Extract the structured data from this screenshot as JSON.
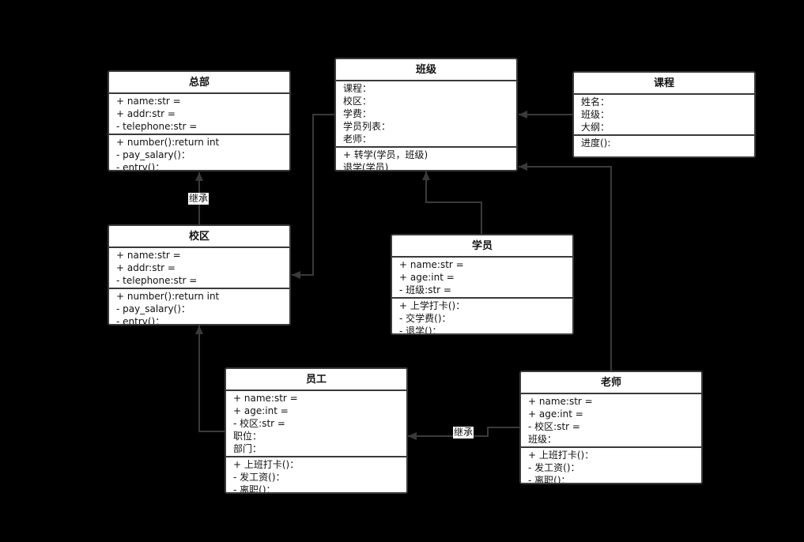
{
  "colors": {
    "background": "#000000",
    "box_fill": "#ffffff",
    "line": "#3a3a3a"
  },
  "classes": {
    "zongbu": {
      "title": "总部",
      "attrs": [
        "+ name:str =",
        "+ addr:str =",
        "- telephone:str ="
      ],
      "ops": [
        "+ number():return int",
        "- pay_salary()：",
        "- entry()："
      ]
    },
    "xiaoqu": {
      "title": "校区",
      "attrs": [
        "+ name:str =",
        "+ addr:str =",
        "- telephone:str ="
      ],
      "ops": [
        "+ number():return int",
        "- pay_salary()：",
        "- entry()："
      ]
    },
    "banji": {
      "title": "班级",
      "attrs": [
        "课程：",
        "校区：",
        "学费：",
        "学员列表：",
        "老师："
      ],
      "ops": [
        "+ 转学(学员，班级)",
        "退学(学员)"
      ]
    },
    "kecheng": {
      "title": "课程",
      "attrs": [
        "姓名：",
        "班级：",
        "大纲："
      ],
      "ops": [
        "进度():"
      ]
    },
    "xueyuan": {
      "title": "学员",
      "attrs": [
        "+ name:str =",
        "+ age:int =",
        "- 班级:str ="
      ],
      "ops": [
        "+ 上学打卡()：",
        "- 交学费()：",
        "- 退学()："
      ]
    },
    "yuangong": {
      "title": "员工",
      "attrs": [
        "+ name:str =",
        "+ age:int =",
        "- 校区:str =",
        "职位：",
        "部门："
      ],
      "ops": [
        "+ 上班打卡()：",
        "- 发工资()：",
        "- 离职()："
      ]
    },
    "laoshi": {
      "title": "老师",
      "attrs": [
        "+ name:str =",
        "+ age:int =",
        "- 校区:str =",
        "班级："
      ],
      "ops": [
        "+ 上班打卡()：",
        "- 发工资()：",
        "- 离职()："
      ]
    }
  },
  "connectors": {
    "xiaoqu_zongbu": "继承",
    "laoshi_yuangong": "继承"
  }
}
